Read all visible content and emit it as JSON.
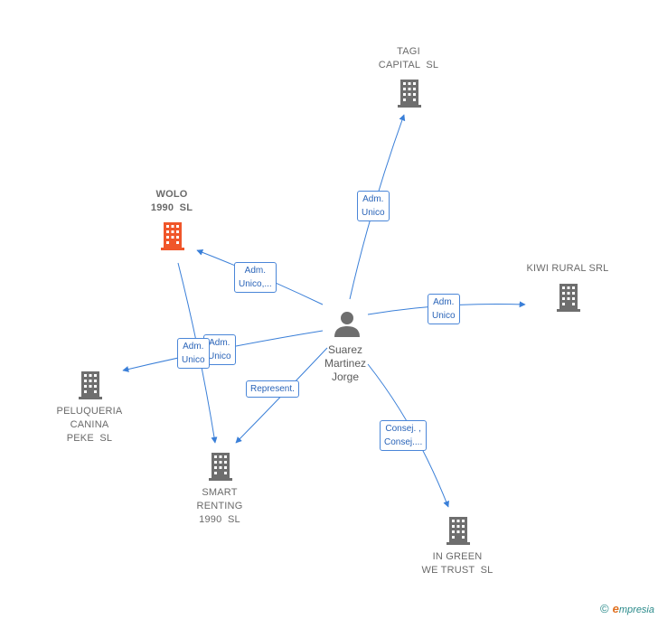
{
  "center_person": {
    "label": "Suarez\nMartinez\nJorge",
    "icon": "person-icon"
  },
  "companies": {
    "tagi": {
      "label": "TAGI\nCAPITAL  SL",
      "icon": "building-icon",
      "color": "#6e6e6e"
    },
    "wolo": {
      "label": "WOLO\n1990  SL",
      "icon": "building-icon",
      "color": "#f0562a"
    },
    "kiwi": {
      "label": "KIWI RURAL SRL",
      "icon": "building-icon",
      "color": "#6e6e6e"
    },
    "peluqueria": {
      "label": "PELUQUERIA\nCANINA\nPEKE  SL",
      "icon": "building-icon",
      "color": "#6e6e6e"
    },
    "smart": {
      "label": "SMART\nRENTING\n1990  SL",
      "icon": "building-icon",
      "color": "#6e6e6e"
    },
    "ingreen": {
      "label": "IN GREEN\nWE TRUST  SL",
      "icon": "building-icon",
      "color": "#6e6e6e"
    }
  },
  "edges": {
    "tagi": "Adm.\nUnico",
    "wolo": "Adm.\nUnico,...",
    "kiwi": "Adm.\nUnico",
    "smart_adm": "Adm.\nUnico",
    "peluqueria": "Adm.\nUnico",
    "smart_rep": "Represent.",
    "ingreen": "Consej. ,\nConsej...."
  },
  "colors": {
    "edge": "#3a7fd8",
    "edge_text": "#2a64b8",
    "highlight": "#f0562a",
    "building": "#6e6e6e",
    "person": "#6e6e6e"
  },
  "footer": {
    "copyright": "©",
    "brand_first": "e",
    "brand_rest": "mpresia"
  }
}
